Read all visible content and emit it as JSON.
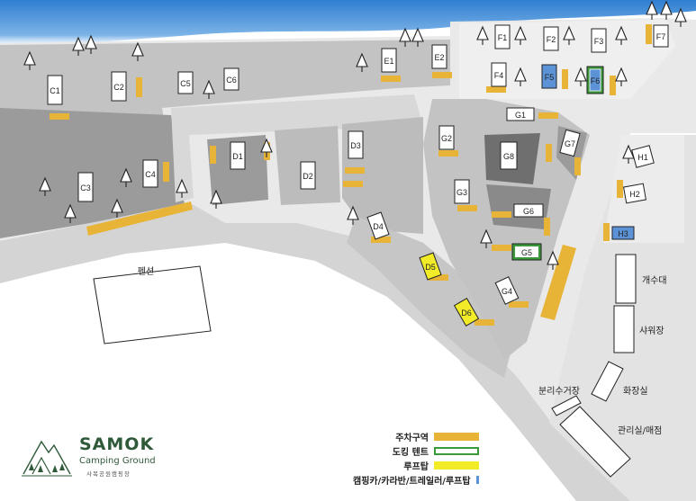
{
  "colors": {
    "water": "#4a8fd6",
    "ground_light": "#e6e6e6",
    "zone_mid": "#bdbdbd",
    "zone_dark": "#8e8e8e",
    "parking": "#e8b438",
    "docking_tent": "#3a9a3a",
    "rooftop": "#f2ec28",
    "camping_car": "#5b93d6",
    "logo_green": "#2f5a3a"
  },
  "sites": [
    {
      "id": "C1"
    },
    {
      "id": "C2"
    },
    {
      "id": "C3"
    },
    {
      "id": "C4"
    },
    {
      "id": "C5"
    },
    {
      "id": "C6"
    },
    {
      "id": "D1"
    },
    {
      "id": "D2"
    },
    {
      "id": "D3"
    },
    {
      "id": "D4"
    },
    {
      "id": "D5",
      "type": "rooftop"
    },
    {
      "id": "D6",
      "type": "rooftop"
    },
    {
      "id": "E1"
    },
    {
      "id": "E2"
    },
    {
      "id": "F1"
    },
    {
      "id": "F2"
    },
    {
      "id": "F3"
    },
    {
      "id": "F4"
    },
    {
      "id": "F5",
      "type": "camping_car"
    },
    {
      "id": "F6",
      "type": "camping_car_docking"
    },
    {
      "id": "F7"
    },
    {
      "id": "G1"
    },
    {
      "id": "G2"
    },
    {
      "id": "G3"
    },
    {
      "id": "G4"
    },
    {
      "id": "G5",
      "type": "docking_tent"
    },
    {
      "id": "G6"
    },
    {
      "id": "G7"
    },
    {
      "id": "G8"
    },
    {
      "id": "H1"
    },
    {
      "id": "H2"
    },
    {
      "id": "H3",
      "type": "camping_car"
    }
  ],
  "buildings": {
    "pension": "펜션",
    "sink": "개수대",
    "shower": "샤워장",
    "recycling": "분리수거장",
    "toilet": "화장실",
    "office_store": "관리실/매점"
  },
  "legend": [
    {
      "label": "주차구역",
      "swatch": "parking"
    },
    {
      "label": "도킹 텐트",
      "swatch": "docking_tent"
    },
    {
      "label": "루프탑",
      "swatch": "rooftop"
    },
    {
      "label": "캠핑카/카라반/트레일러/루프탑",
      "swatch": "camping_car"
    }
  ],
  "logo": {
    "title": "SAMOK",
    "subtitle": "Camping Ground",
    "korean": "사목공원캠핑장"
  }
}
